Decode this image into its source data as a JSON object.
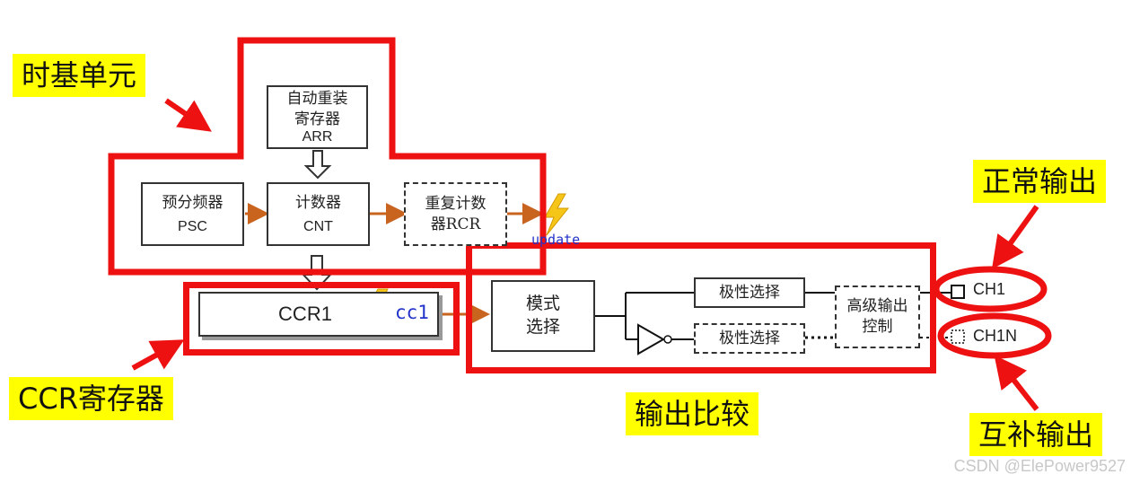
{
  "callouts": {
    "time_base": "时基单元",
    "ccr_register": "CCR寄存器",
    "output_compare": "输出比较",
    "normal_output": "正常输出",
    "complementary_output": "互补输出"
  },
  "blocks": {
    "arr": {
      "line1": "自动重装",
      "line2": "寄存器",
      "code": "ARR"
    },
    "psc": {
      "line1": "预分频器",
      "code": "PSC"
    },
    "cnt": {
      "line1": "计数器",
      "code": "CNT"
    },
    "rcr": {
      "line1": "重复计数",
      "line2": "器RCR"
    },
    "ccr1": {
      "label": "CCR1"
    },
    "mode": {
      "line1": "模式",
      "line2": "选择"
    },
    "polarity_top": {
      "label": "极性选择"
    },
    "polarity_bottom": {
      "label": "极性选择"
    },
    "advanced": {
      "line1": "高级输出",
      "line2": "控制"
    }
  },
  "signals": {
    "update": "update",
    "cc1": "cc1",
    "ch1": "CH1",
    "ch1n": "CH1N"
  },
  "watermark": "CSDN @ElePower9527",
  "colors": {
    "frame_red": "#ee1111",
    "callout_yellow": "#ffff00",
    "arrow_orange": "#c8641e",
    "lightning": "#f5c518",
    "signal_blue": "#2233cc"
  }
}
